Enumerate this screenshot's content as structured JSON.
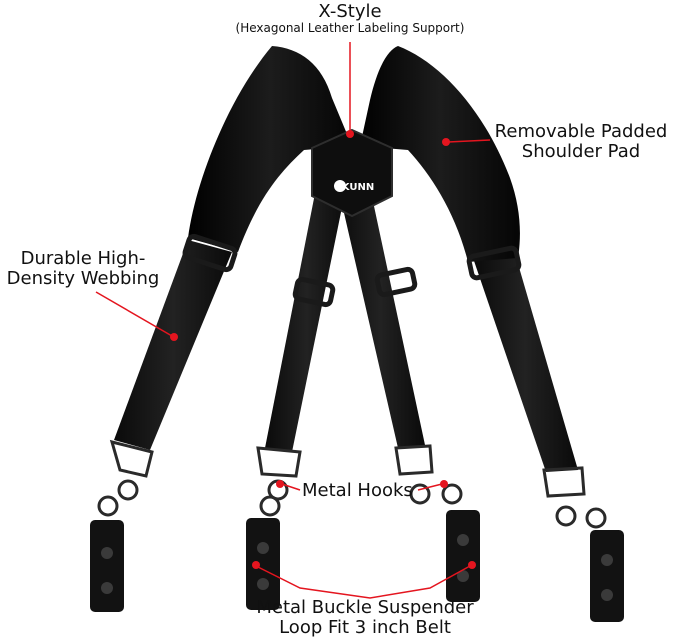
{
  "callouts": {
    "x_style": {
      "title": "X-Style",
      "subtitle": "(Hexagonal Leather Labeling Support)"
    },
    "shoulder_pad": {
      "line1": "Removable Padded",
      "line2": "Shoulder Pad"
    },
    "webbing": {
      "line1": "Durable High-",
      "line2": "Density Webbing"
    },
    "hooks": {
      "text": "Metal Hooks"
    },
    "buckle": {
      "line1": "Metal Buckle Suspender",
      "line2": "Loop Fit 3 inch Belt"
    }
  },
  "brand": {
    "logo_text": "KUNN"
  },
  "colors": {
    "strap": "#151515",
    "pad": "#0c0c0c",
    "leader": "#e4151f",
    "text": "#111111"
  }
}
